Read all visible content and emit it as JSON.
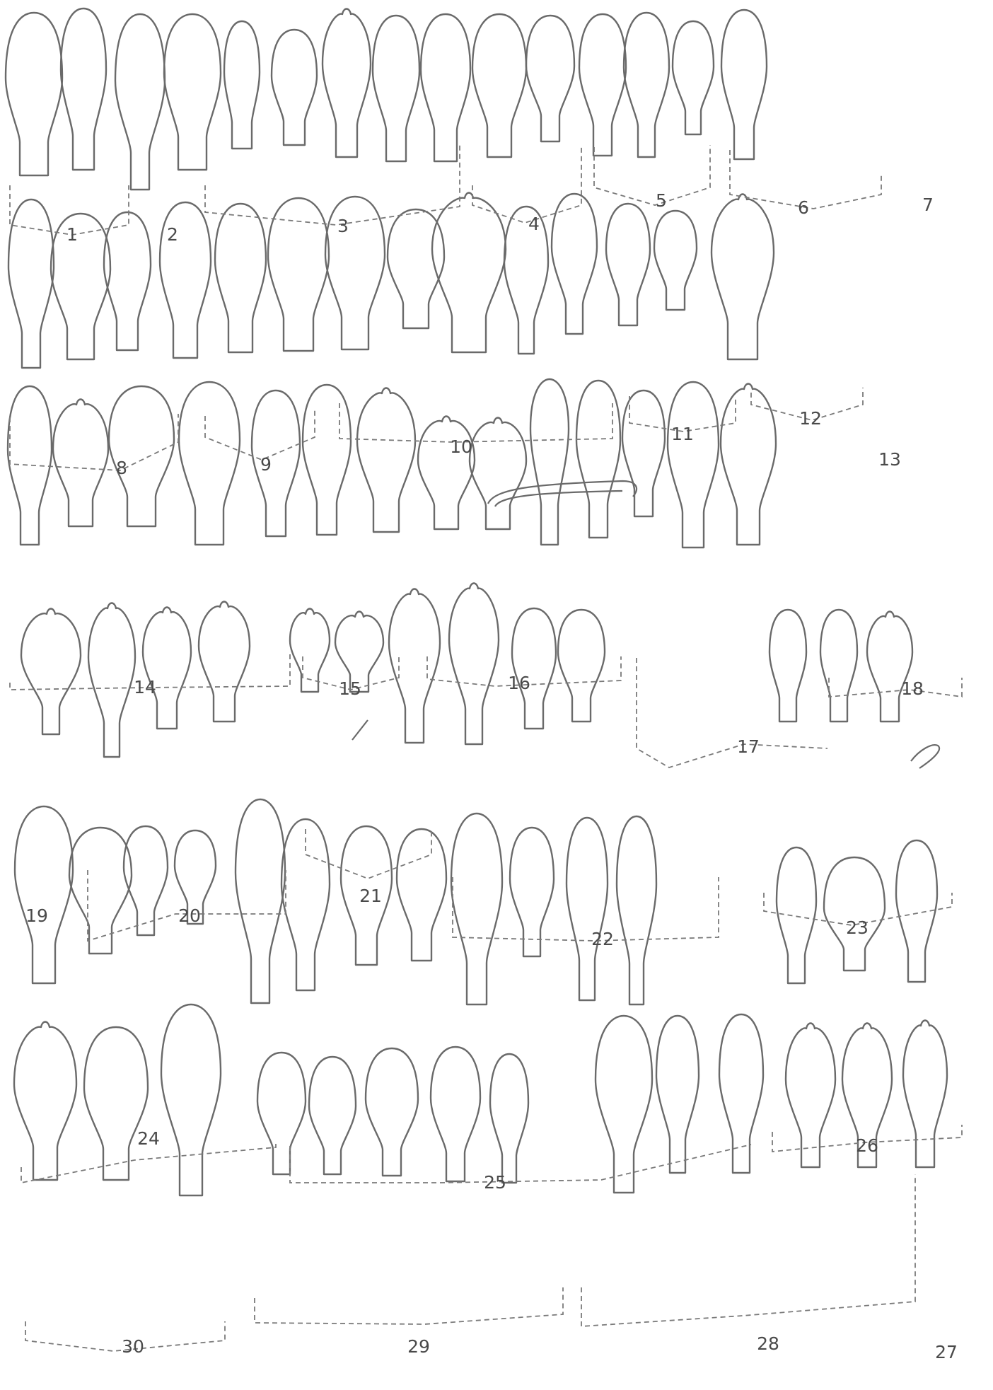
{
  "figure": {
    "labels": [
      "1",
      "2",
      "3",
      "4",
      "5",
      "6",
      "7",
      "8",
      "9",
      "10",
      "11",
      "12",
      "13",
      "14",
      "15",
      "16",
      "17",
      "18",
      "19",
      "20",
      "21",
      "22",
      "23",
      "24",
      "25",
      "26",
      "27",
      "28",
      "29",
      "30"
    ]
  }
}
